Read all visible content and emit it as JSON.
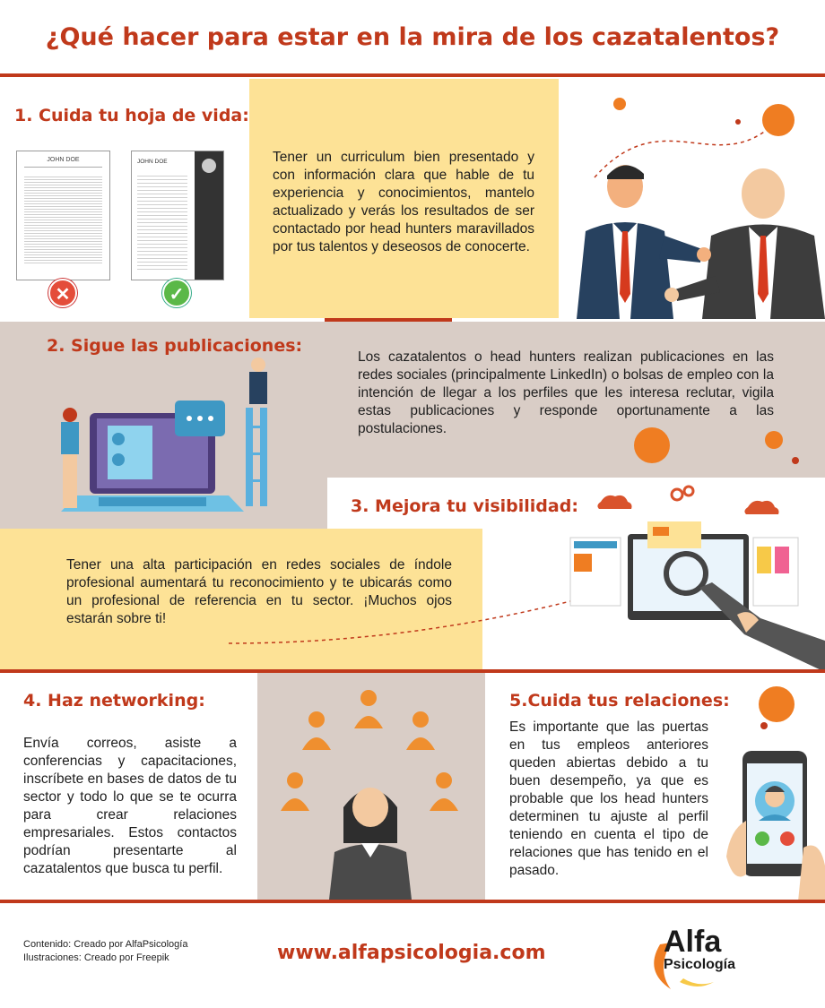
{
  "title": "¿Qué hacer para estar en la mira de los cazatalentos?",
  "colors": {
    "accent": "#c0391b",
    "orange": "#ef7d22",
    "beige": "#fde296",
    "taupe": "#d9cdc6"
  },
  "section1": {
    "heading": "1. Cuida tu hoja de vida:",
    "resume_name": "JOHN DOE",
    "body": "Tener un curriculum bien presentado y con información clara que hable de tu experiencia y conocimientos, mantelo actualizado y verás los resultados de ser contactado por head hunters maravillados por tus talentos y deseosos de conocerte."
  },
  "section2": {
    "heading": "2. Sigue las publicaciones:",
    "body": "Los cazatalentos o head hunters realizan publicaciones en las redes sociales (principalmente LinkedIn) o bolsas de empleo con la intención de llegar a los perfiles que les interesa reclutar, vigila estas publicaciones y responde oportunamente a las postulaciones."
  },
  "section3": {
    "heading": "3. Mejora tu visibilidad:",
    "body": "Tener una alta participación en redes sociales de índole profesional aumentará tu reconocimiento y te ubicarás como un profesional de referencia en tu sector. ¡Muchos ojos estarán sobre ti!"
  },
  "section4": {
    "heading": "4. Haz networking:",
    "body": "Envía correos, asiste a conferencias y capacitaciones, inscríbete en bases de datos de tu sector y todo lo que se te ocurra para crear relaciones empresariales. Estos contactos podrían presentarte al cazatalentos que busca tu perfil."
  },
  "section5": {
    "heading": "5.Cuida tus relaciones:",
    "body": "Es importante que las puertas en tus empleos anteriores queden abiertas debido a tu buen desempeño, ya que es probable que los head hunters determinen tu ajuste al perfil teniendo en cuenta el tipo de relaciones que has tenido en el pasado."
  },
  "footer": {
    "content_credit": "Contenido: Creado por AlfaPsicología",
    "illustrations_credit": "Ilustraciones: Creado por Freepik",
    "website": "www.alfapsicologia.com",
    "logo_word1": "Alfa",
    "logo_word2": "Psicología"
  }
}
